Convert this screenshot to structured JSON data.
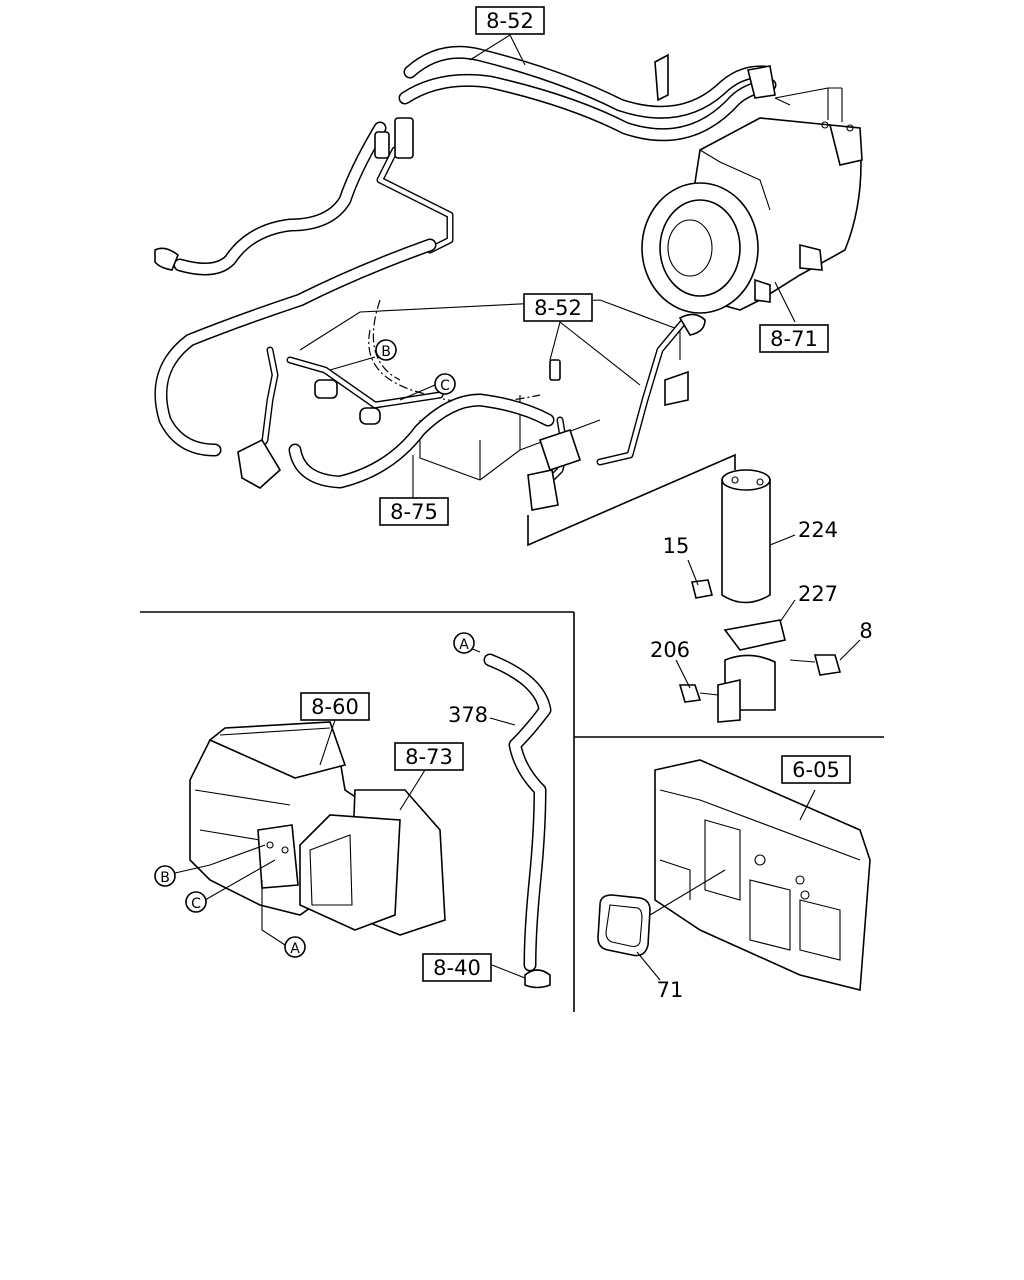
{
  "refs": {
    "r852_top": "8-52",
    "r852_mid": "8-52",
    "r871": "8-71",
    "r875": "8-75",
    "r860": "8-60",
    "r873": "8-73",
    "r840": "8-40",
    "r605": "6-05"
  },
  "parts": {
    "p224": "224",
    "p15": "15",
    "p227": "227",
    "p8": "8",
    "p206": "206",
    "p378": "378",
    "p71": "71"
  },
  "connectors": {
    "a_top": "A",
    "a_bottom": "A",
    "b_top": "B",
    "b_bottom": "B",
    "c_top": "C",
    "c_bottom": "C"
  }
}
